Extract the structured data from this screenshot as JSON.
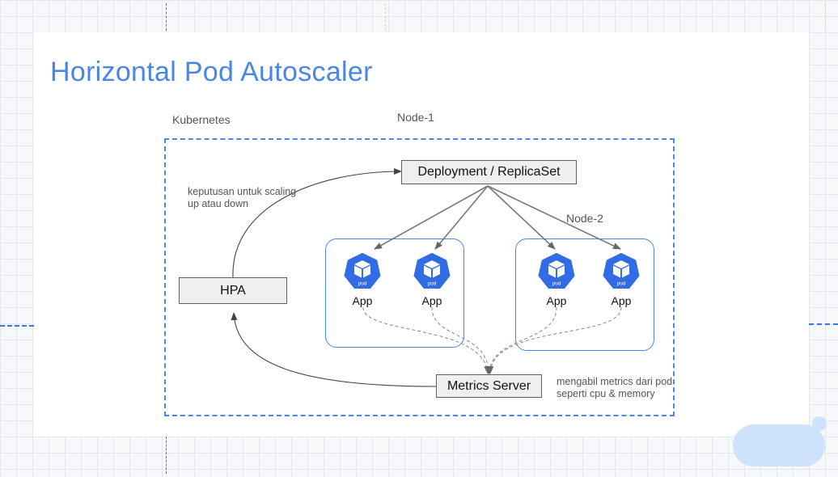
{
  "slide": {
    "title": "Horizontal Pod Autoscaler"
  },
  "diagram": {
    "cluster_label": "Kubernetes",
    "node1_label": "Node-1",
    "node2_label": "Node-2",
    "deployment_label": "Deployment / ReplicaSet",
    "hpa_label": "HPA",
    "metrics_server_label": "Metrics Server",
    "scaling_note": [
      "keputusan untuk scaling",
      "up atau down"
    ],
    "metrics_note": [
      "mengabil metrics dari pod",
      "seperti cpu & memory"
    ],
    "pods": [
      {
        "icon_text": "pod",
        "app_label": "App"
      },
      {
        "icon_text": "pod",
        "app_label": "App"
      },
      {
        "icon_text": "pod",
        "app_label": "App"
      },
      {
        "icon_text": "pod",
        "app_label": "App"
      }
    ]
  },
  "colors": {
    "title": "#4a86e8",
    "frame": "#4a86e8",
    "pod_icon": "#326ce5",
    "box_fill": "#efefef"
  }
}
